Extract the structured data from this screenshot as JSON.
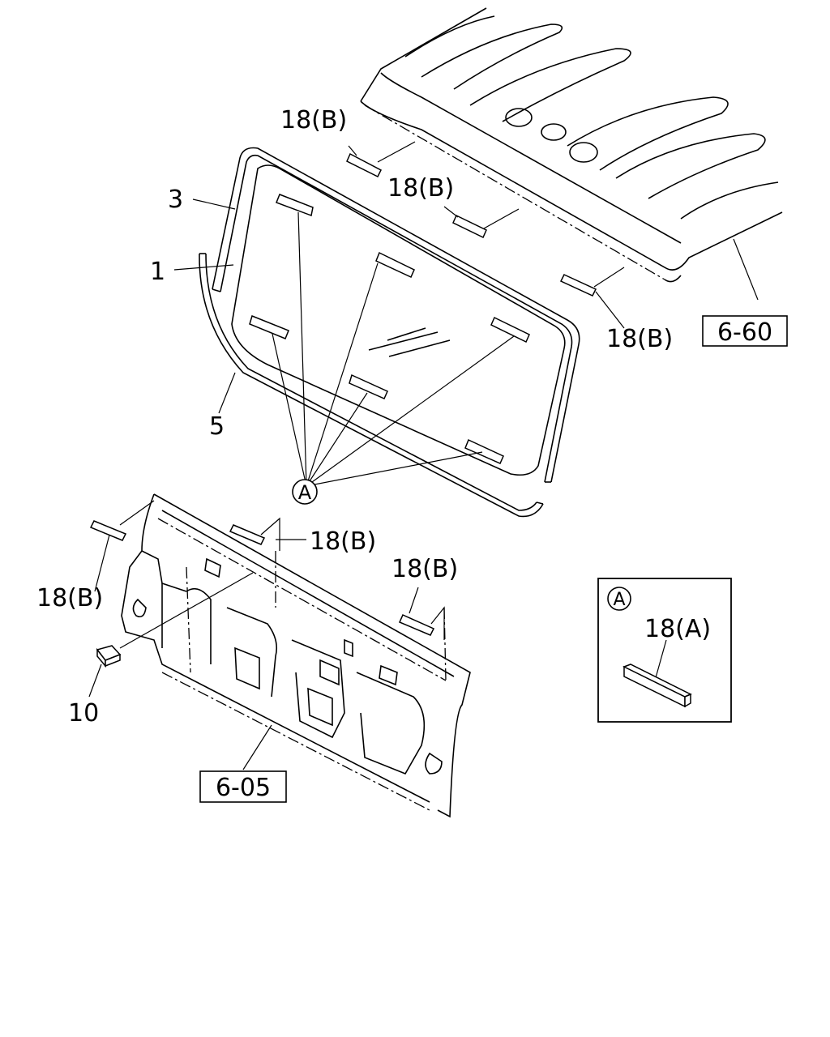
{
  "callouts": {
    "part_3": "3",
    "part_1": "1",
    "part_5": "5",
    "part_10": "10",
    "part_18b_top": "18(B)",
    "part_18b_mid": "18(B)",
    "part_18b_right": "18(B)",
    "part_18b_center": "18(B)",
    "part_18b_left": "18(B)",
    "part_18b_lower": "18(B)",
    "ref_a": "A"
  },
  "references": {
    "roof_ref": "6-60",
    "dash_ref": "6-05"
  },
  "detail_box": {
    "marker": "A",
    "part_label": "18(A)"
  }
}
